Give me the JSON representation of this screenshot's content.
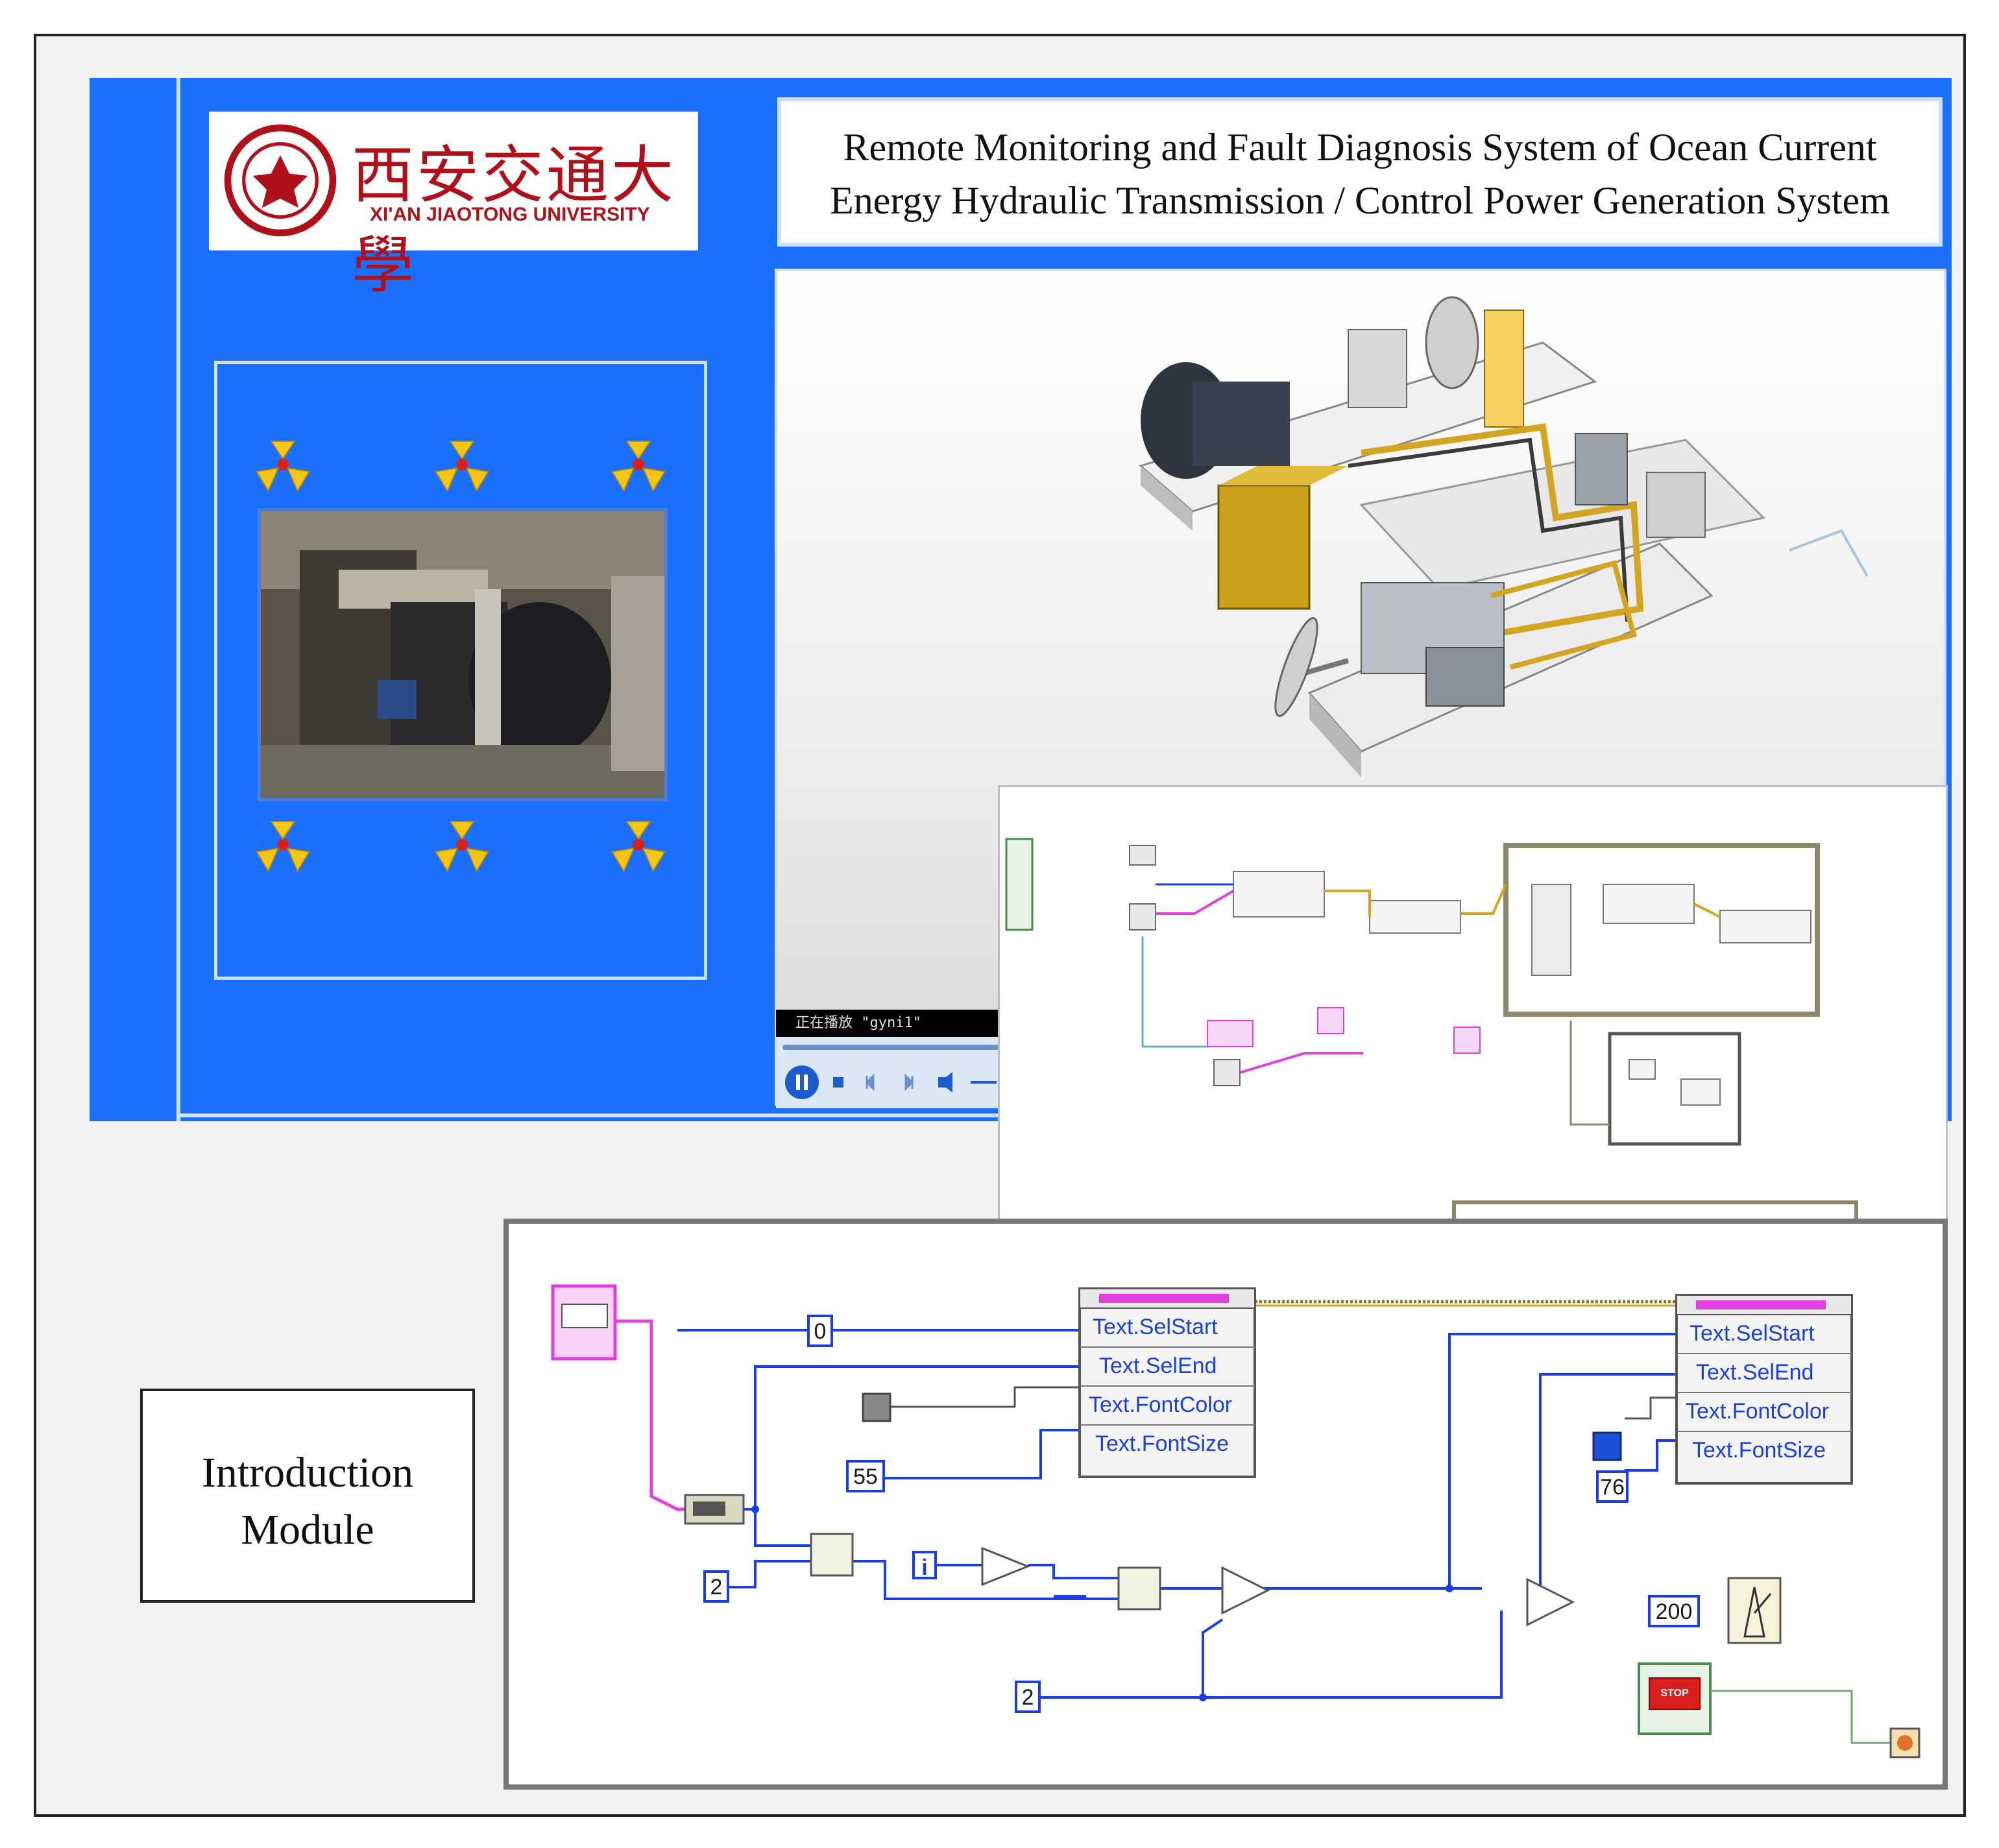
{
  "header": {
    "title_line1": "Remote Monitoring and Fault Diagnosis System of Ocean Current",
    "title_line2": "Energy Hydraulic Transmission / Control Power Generation System"
  },
  "logo": {
    "chinese_name": "西安交通大學",
    "english_name": "XI'AN JIAOTONG UNIVERSITY"
  },
  "video": {
    "caption": "正在播放 \"gyni1\""
  },
  "intro_box": {
    "line1": "Introduction",
    "line2": "Module"
  },
  "block_diagram": {
    "left_node": {
      "props": [
        "Text.SelStart",
        "Text.SelEnd",
        "Text.FontColor",
        "Text.FontSize"
      ]
    },
    "right_node": {
      "props": [
        "Text.SelStart",
        "Text.SelEnd",
        "Text.FontColor",
        "Text.FontSize"
      ]
    },
    "constants": {
      "zero": "0",
      "font_size_left": "55",
      "font_size_right": "76",
      "divisor_a": "2",
      "divisor_b": "2",
      "wait_ms": "200",
      "iteration": "i"
    },
    "stop_button": "STOP"
  },
  "colors": {
    "panel_blue": "#1a6fff",
    "wire_blue": "#1a3fdc",
    "wire_pink": "#e040e0",
    "brand_red": "#b0101a"
  }
}
